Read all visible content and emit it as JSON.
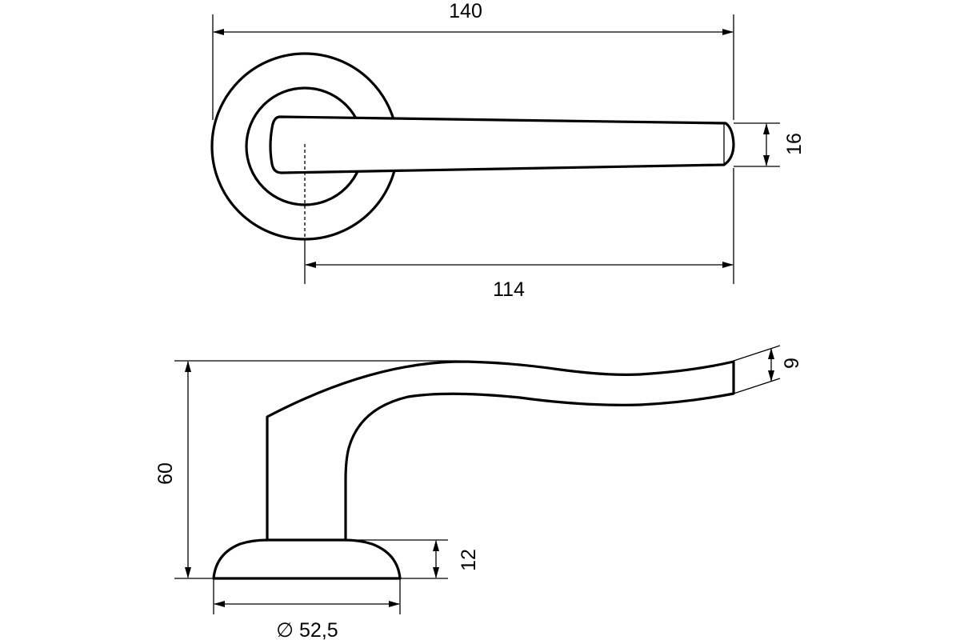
{
  "top_view": {
    "overall_length": "140",
    "handle_height": "16",
    "axis_to_tip": "114"
  },
  "side_view": {
    "overall_height": "60",
    "tip_thickness": "9",
    "rose_height": "12",
    "rose_diameter": "∅ 52,5"
  }
}
